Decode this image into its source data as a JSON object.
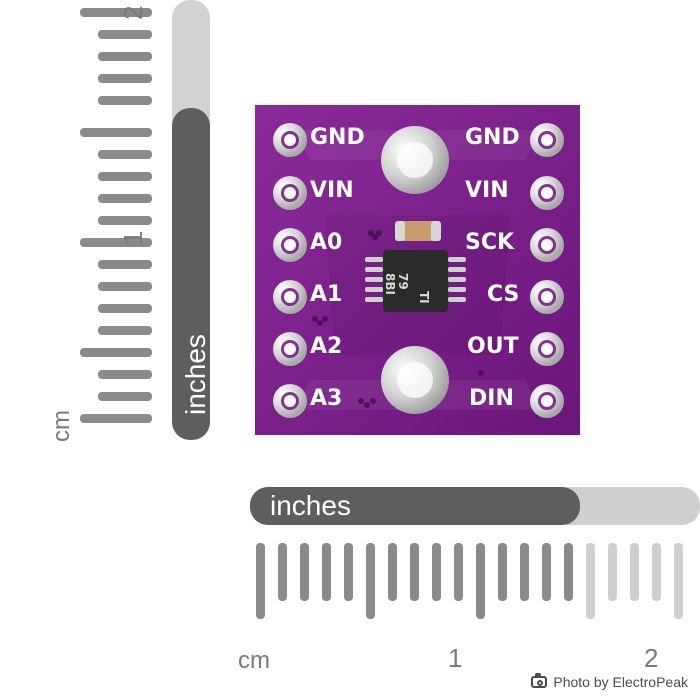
{
  "ruler": {
    "vertical": {
      "units_label": "cm",
      "inch_band_label": "inches",
      "numbers": [
        "2",
        "1"
      ]
    },
    "horizontal": {
      "units_label": "cm",
      "inch_band_label": "inches",
      "numbers": [
        "1",
        "2"
      ]
    }
  },
  "board": {
    "left_pins": [
      "GND",
      "VIN",
      "A0",
      "A1",
      "A2",
      "A3"
    ],
    "right_pins": [
      "GND",
      "VIN",
      "SCK",
      "CS",
      "OUT",
      "DIN"
    ],
    "chip_marking_1": "79",
    "chip_marking_2": "8BI",
    "chip_logo": "TI"
  },
  "credit": {
    "text": "Photo by ElectroPeak",
    "icon": "camera-icon"
  },
  "colors": {
    "board_purple": "#7a1f8a",
    "board_dark": "#4b0f58",
    "pad_silver": "#d9d9d9",
    "ruler_dark": "#5a5a5a",
    "ruler_light": "#cfcfcf"
  }
}
